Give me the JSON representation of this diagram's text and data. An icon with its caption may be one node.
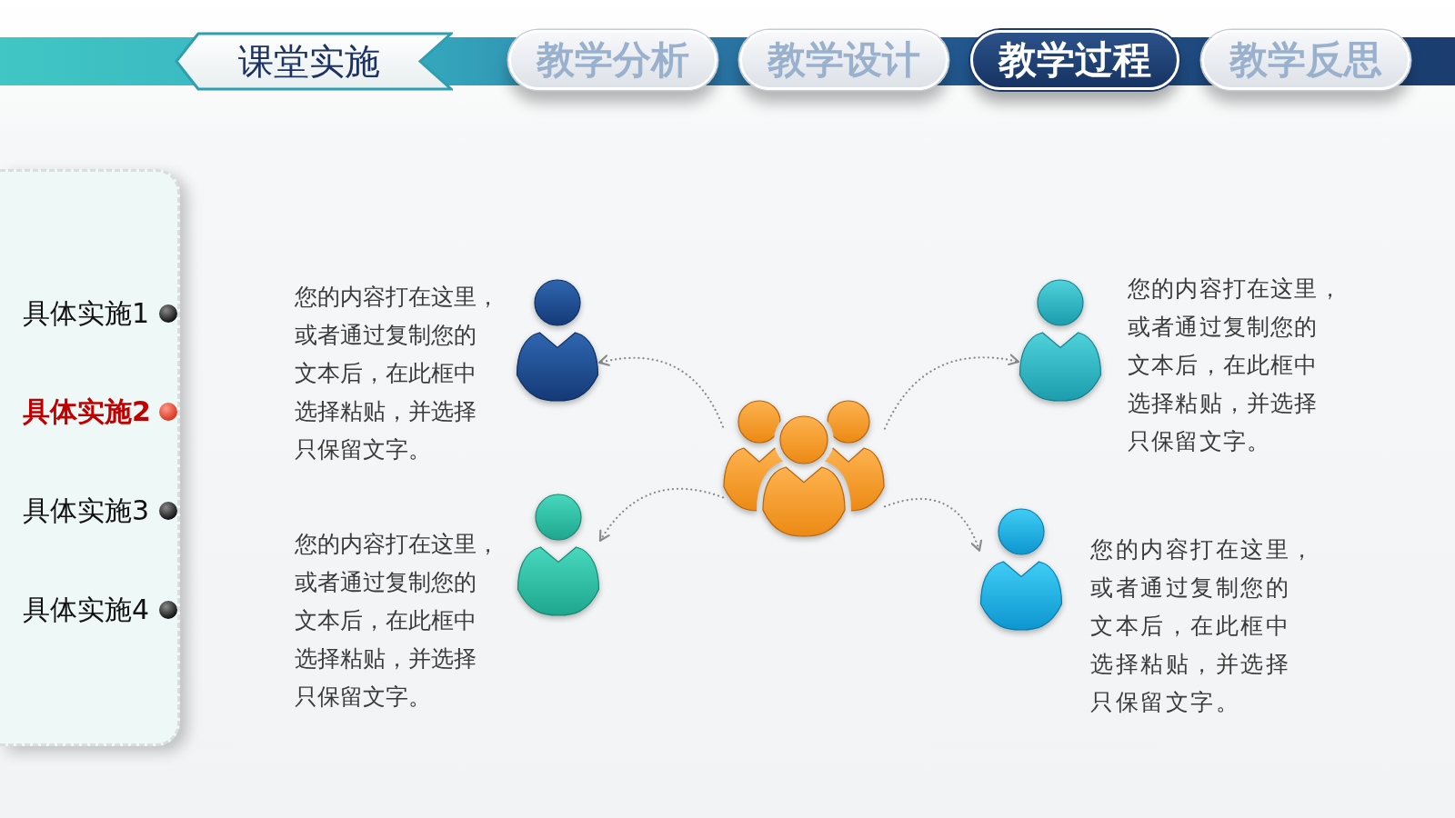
{
  "diagram": {
    "nodes": [
      {
        "text": [
          "课堂实施"
        ]
      },
      {
        "text": [
          "教学分析"
        ]
      },
      {
        "text": [
          "教学设计"
        ]
      },
      {
        "text": [
          "教学过程"
        ]
      },
      {
        "text": [
          "教学反思"
        ]
      },
      {
        "text": [
          "具体实施1",
          "具体实施2",
          "具体实施3",
          "具体实施4"
        ]
      },
      {
        "text": [],
        "shape": "person",
        "beside": [
          "您的内容打在这里，或者通过复制您的文本后，在此框中选择粘贴，并选择只保留文字。"
        ]
      },
      {
        "text": [],
        "shape": "person",
        "beside": [
          "您的内容打在这里，或者通过复制您的文本后，在此框中选择粘贴，并选择只保留文字。"
        ]
      },
      {
        "text": [],
        "shape": "person"
      },
      {
        "text": [],
        "shape": "person",
        "beside": [
          "您的内容打在这里，或者通过复制您的文本后，在此框中选择粘贴，并选择只保留文字。"
        ]
      },
      {
        "text": [],
        "shape": "person",
        "beside": [
          "您的内容打在这里，或者通过复制您的文本后，在此框中选择粘贴，并选择只保留文字。"
        ]
      }
    ],
    "edges": [
      {
        "from": 8,
        "to": 6,
        "arrow": "to",
        "style": "dashed"
      },
      {
        "from": 8,
        "to": 7,
        "arrow": "to",
        "style": "dashed"
      },
      {
        "from": 8,
        "to": 9,
        "arrow": "to",
        "style": "dashed"
      },
      {
        "from": 8,
        "to": 10,
        "arrow": "to",
        "style": "dashed"
      }
    ]
  }
}
